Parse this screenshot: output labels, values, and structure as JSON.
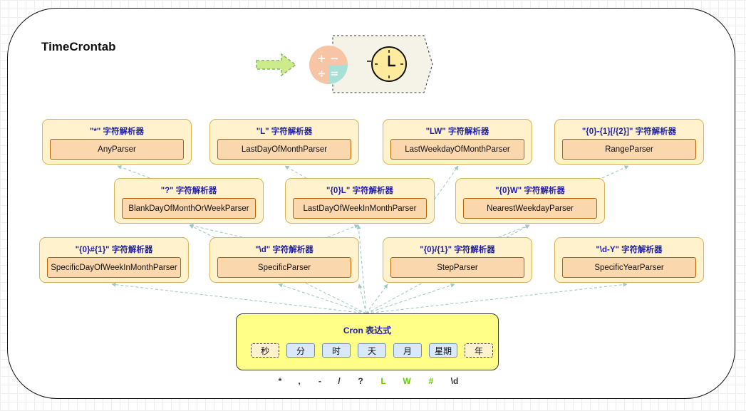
{
  "title": "TimeCrontab",
  "groups": [
    {
      "label": "\"*\" 字符解析器",
      "parser": "AnyParser"
    },
    {
      "label": "\"L\" 字符解析器",
      "parser": "LastDayOfMonthParser"
    },
    {
      "label": "\"LW\" 字符解析器",
      "parser": "LastWeekdayOfMonthParser"
    },
    {
      "label": "\"{0}-{1}[/{2}]\" 字符解析器",
      "parser": "RangeParser"
    },
    {
      "label": "\"?\" 字符解析器",
      "parser": "BlankDayOfMonthOrWeekParser"
    },
    {
      "label": "\"{0}L\" 字符解析器",
      "parser": "LastDayOfWeekInMonthParser"
    },
    {
      "label": "\"{0}W\" 字符解析器",
      "parser": "NearestWeekdayParser"
    },
    {
      "label": "\"{0}#{1}\" 字符解析器",
      "parser": "SpecificDayOfWeekInMonthParser"
    },
    {
      "label": "\"\\d\" 字符解析器",
      "parser": "SpecificParser"
    },
    {
      "label": "\"{0}/{1}\" 字符解析器",
      "parser": "StepParser"
    },
    {
      "label": "\"\\d-Y\" 字符解析器",
      "parser": "SpecificYearParser"
    }
  ],
  "cron": {
    "title": "Cron 表达式",
    "fields": [
      "秒",
      "分",
      "时",
      "天",
      "月",
      "星期",
      "年"
    ]
  },
  "symbols": [
    "*",
    ",",
    "-",
    "/",
    "?",
    "L",
    "W",
    "#",
    "\\d"
  ],
  "colors": {
    "group_fill": "#fff2cc",
    "group_border": "#d6b656",
    "parser_fill": "#fad7ac",
    "parser_border": "#b46504",
    "cron_fill": "#ffff88",
    "field_fill": "#dae8fc",
    "arrow": "#9ac7bf",
    "symbol_dark": "#333333",
    "symbol_green": "#66cc00"
  },
  "icons": [
    "right-arrow-icon",
    "calculator-icon",
    "clock-icon"
  ]
}
